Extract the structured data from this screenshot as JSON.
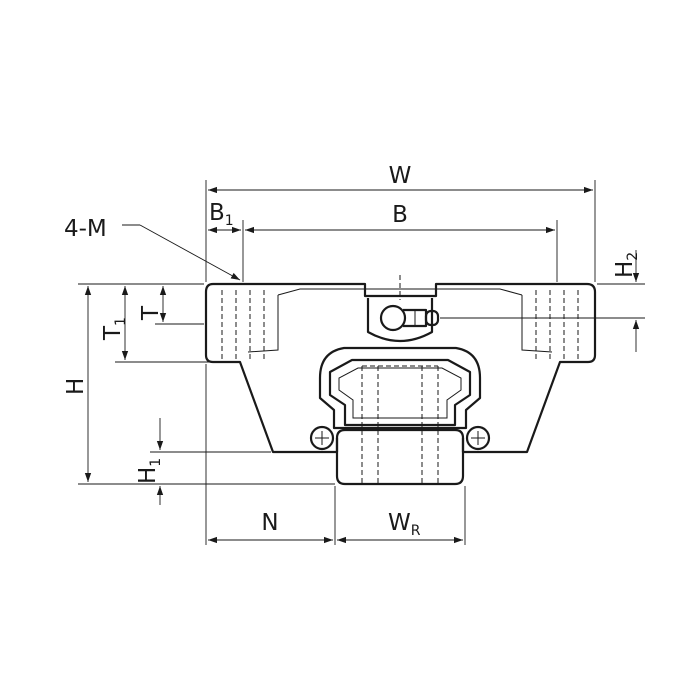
{
  "labels": {
    "W": "W",
    "B1_main": "B",
    "B1_sub": "1",
    "B": "B",
    "four_m": "4-M",
    "H2_main": "H",
    "H2_sub": "2",
    "T1_main": "T",
    "T1_sub": "1",
    "T": "T",
    "H": "H",
    "H1_main": "H",
    "H1_sub": "1",
    "N": "N",
    "WR_main": "W",
    "WR_sub": "R"
  }
}
